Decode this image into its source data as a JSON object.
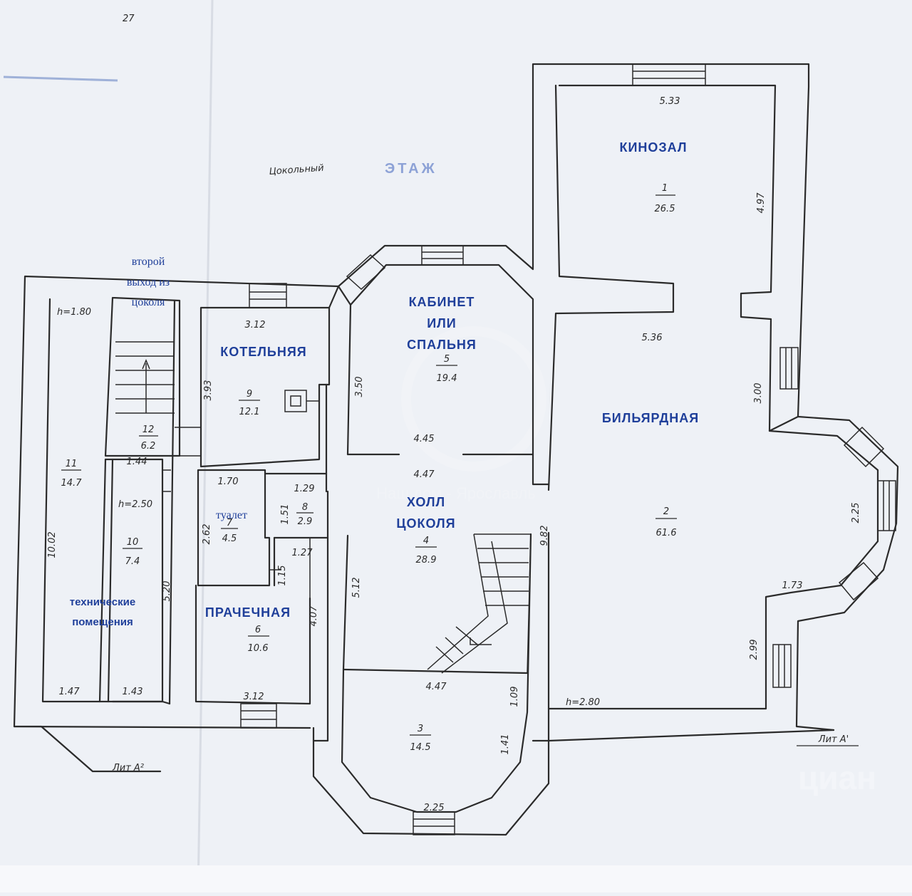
{
  "header": {
    "doc_number": "27",
    "floor_handwritten": "Цокольный",
    "floor_stamp": "ЭТАЖ"
  },
  "rooms": {
    "cinema": {
      "name": "КИНОЗАЛ",
      "num": "1",
      "area": "26.5"
    },
    "billiard": {
      "name": "БИЛЬЯРДНАЯ",
      "num": "2",
      "area": "61.6"
    },
    "room3": {
      "num": "3",
      "area": "14.5"
    },
    "hall": {
      "name1": "ХОЛЛ",
      "name2": "ЦОКОЛЯ",
      "num": "4",
      "area": "28.9"
    },
    "study": {
      "name1": "КАБИНЕТ",
      "name2": "ИЛИ",
      "name3": "СПАЛЬНЯ",
      "num": "5",
      "area": "19.4"
    },
    "laundry": {
      "name": "ПРАЧЕЧНАЯ",
      "num": "6",
      "area": "10.6"
    },
    "toilet": {
      "name": "туалет",
      "num": "7",
      "area": "4.5"
    },
    "room8": {
      "num": "8",
      "area": "2.9"
    },
    "boiler": {
      "name": "КОТЕЛЬНЯЯ",
      "num": "9",
      "area": "12.1"
    },
    "room10": {
      "num": "10",
      "area": "7.4"
    },
    "room11": {
      "num": "11",
      "area": "14.7"
    },
    "room12": {
      "num": "12",
      "area": "6.2"
    },
    "technical": {
      "line1": "технические",
      "line2": "помещения"
    },
    "exit": {
      "line1": "второй",
      "line2": "выход из",
      "line3": "цоколя"
    }
  },
  "dimensions": {
    "d533": "5.33",
    "d497": "4.97",
    "d536": "5.36",
    "d300": "3.00",
    "d225": "2.25",
    "d173": "1.73",
    "d299": "2.99",
    "h280": "h=2.80",
    "d982": "9.82",
    "d312": "3.12",
    "d393": "3.93",
    "d350": "3.50",
    "d445": "4.45",
    "d447a": "4.47",
    "d512": "5.12",
    "d447b": "4.47",
    "d109": "1.09",
    "d141": "1.41",
    "d225b": "2.25",
    "d170": "1.70",
    "d129": "1.29",
    "d151": "1.51",
    "d262": "2.62",
    "d127": "1.27",
    "d115": "1.15",
    "d407": "4.07",
    "d312b": "3.12",
    "d147": "1.47",
    "d143": "1.43",
    "d1002": "10.02",
    "d520": "5.20",
    "h180": "h=1.80",
    "h250": "h=2.50",
    "d144": "1.44"
  },
  "labels": {
    "lit_a1": "Лит А'",
    "lit_a2": "Лит А²"
  },
  "watermarks": {
    "brand": "Наш дом - Ярославль",
    "cian": "циан"
  }
}
